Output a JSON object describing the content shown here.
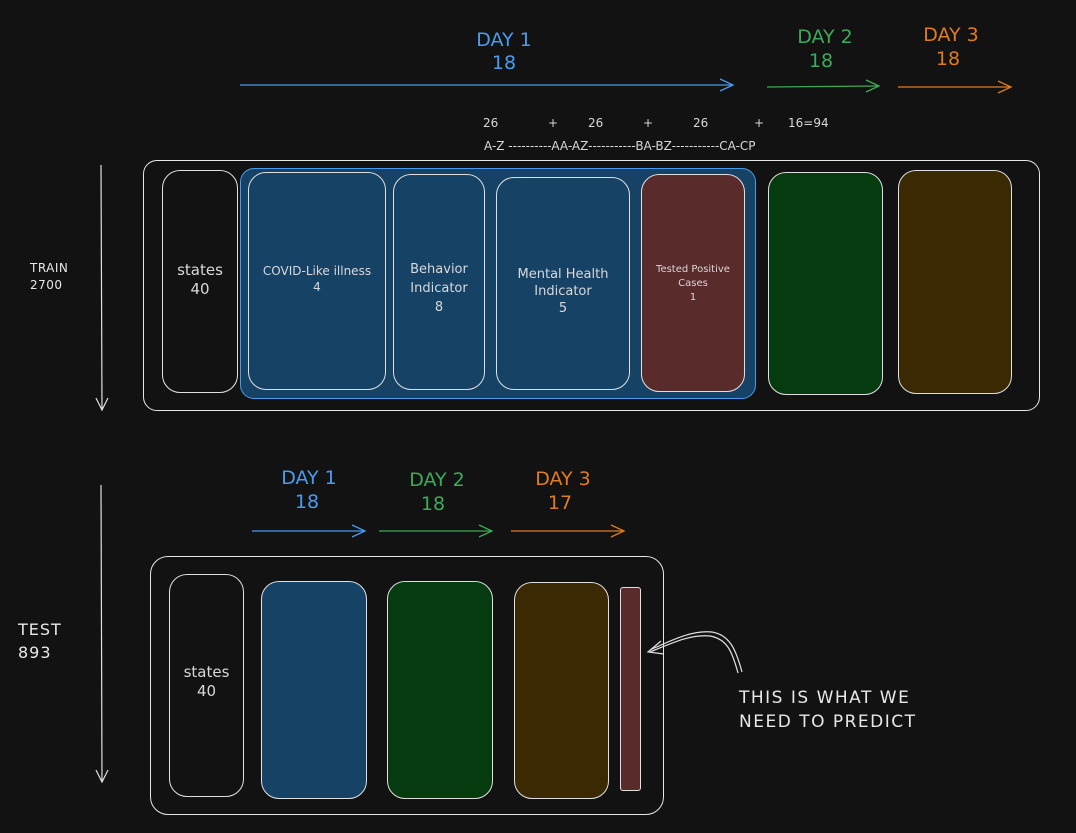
{
  "colors": {
    "blue": "#4a9bf0",
    "green": "#3ea95a",
    "orange": "#e07b1f",
    "box_blue": "#164266",
    "box_green": "#053b0f",
    "box_brown": "#3a2903",
    "box_red": "#5a2b2b",
    "background": "#121212"
  },
  "train": {
    "days": [
      {
        "label": "DAY 1",
        "count": "18"
      },
      {
        "label": "DAY 2",
        "count": "18"
      },
      {
        "label": "DAY 3",
        "count": "18"
      }
    ],
    "label": "TRAIN",
    "count": "2700",
    "column_counts": {
      "n1": "26",
      "plus1": "+",
      "n2": "26",
      "plus2": "+",
      "n3": "26",
      "plus3": "+",
      "n4": "16=94"
    },
    "column_ranges": "A-Z ----------AA-AZ-----------BA-BZ-----------CA-CP",
    "states": {
      "label": "states",
      "count": "40"
    },
    "covid": {
      "label": "COVID-Like illness",
      "count": "4"
    },
    "behavior": {
      "label1": "Behavior",
      "label2": "Indicator",
      "count": "8"
    },
    "mental": {
      "label1": "Mental Health",
      "label2": "Indicator",
      "count": "5"
    },
    "tested": {
      "label1": "Tested Positive",
      "label2": "Cases",
      "count": "1"
    }
  },
  "test": {
    "days": [
      {
        "label": "DAY 1",
        "count": "18"
      },
      {
        "label": "DAY 2",
        "count": "18"
      },
      {
        "label": "DAY 3",
        "count": "17"
      }
    ],
    "label": "TEST",
    "count": "893",
    "states": {
      "label": "states",
      "count": "40"
    }
  },
  "annotation": {
    "line1": "THIS IS WHAT WE",
    "line2": "NEED TO PREDICT"
  }
}
